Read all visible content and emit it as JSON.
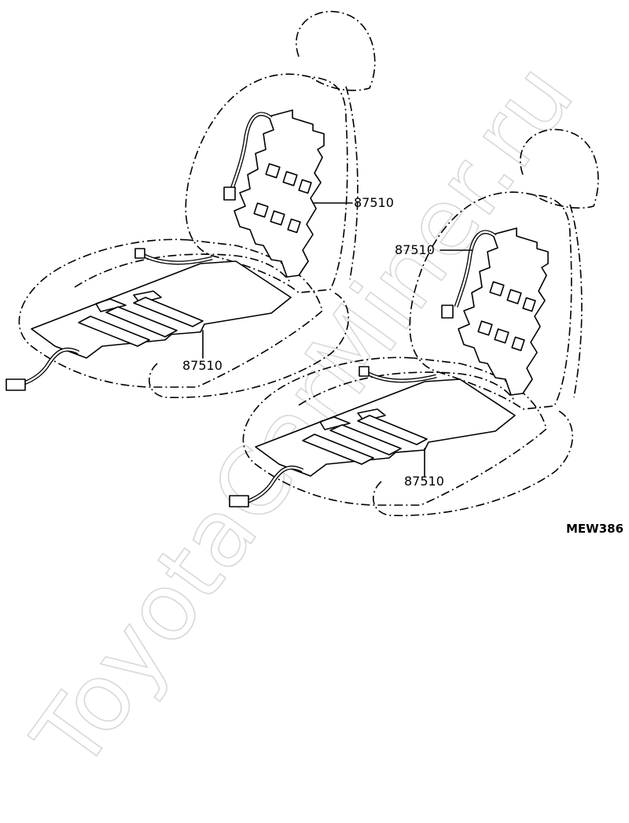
{
  "diagram": {
    "callouts": {
      "seat1_back": "87510",
      "seat1_cushion": "87510",
      "seat2_back": "87510",
      "seat2_cushion": "87510"
    },
    "code": "MEW386",
    "watermark": "ToyotaCarMiner.ru"
  }
}
